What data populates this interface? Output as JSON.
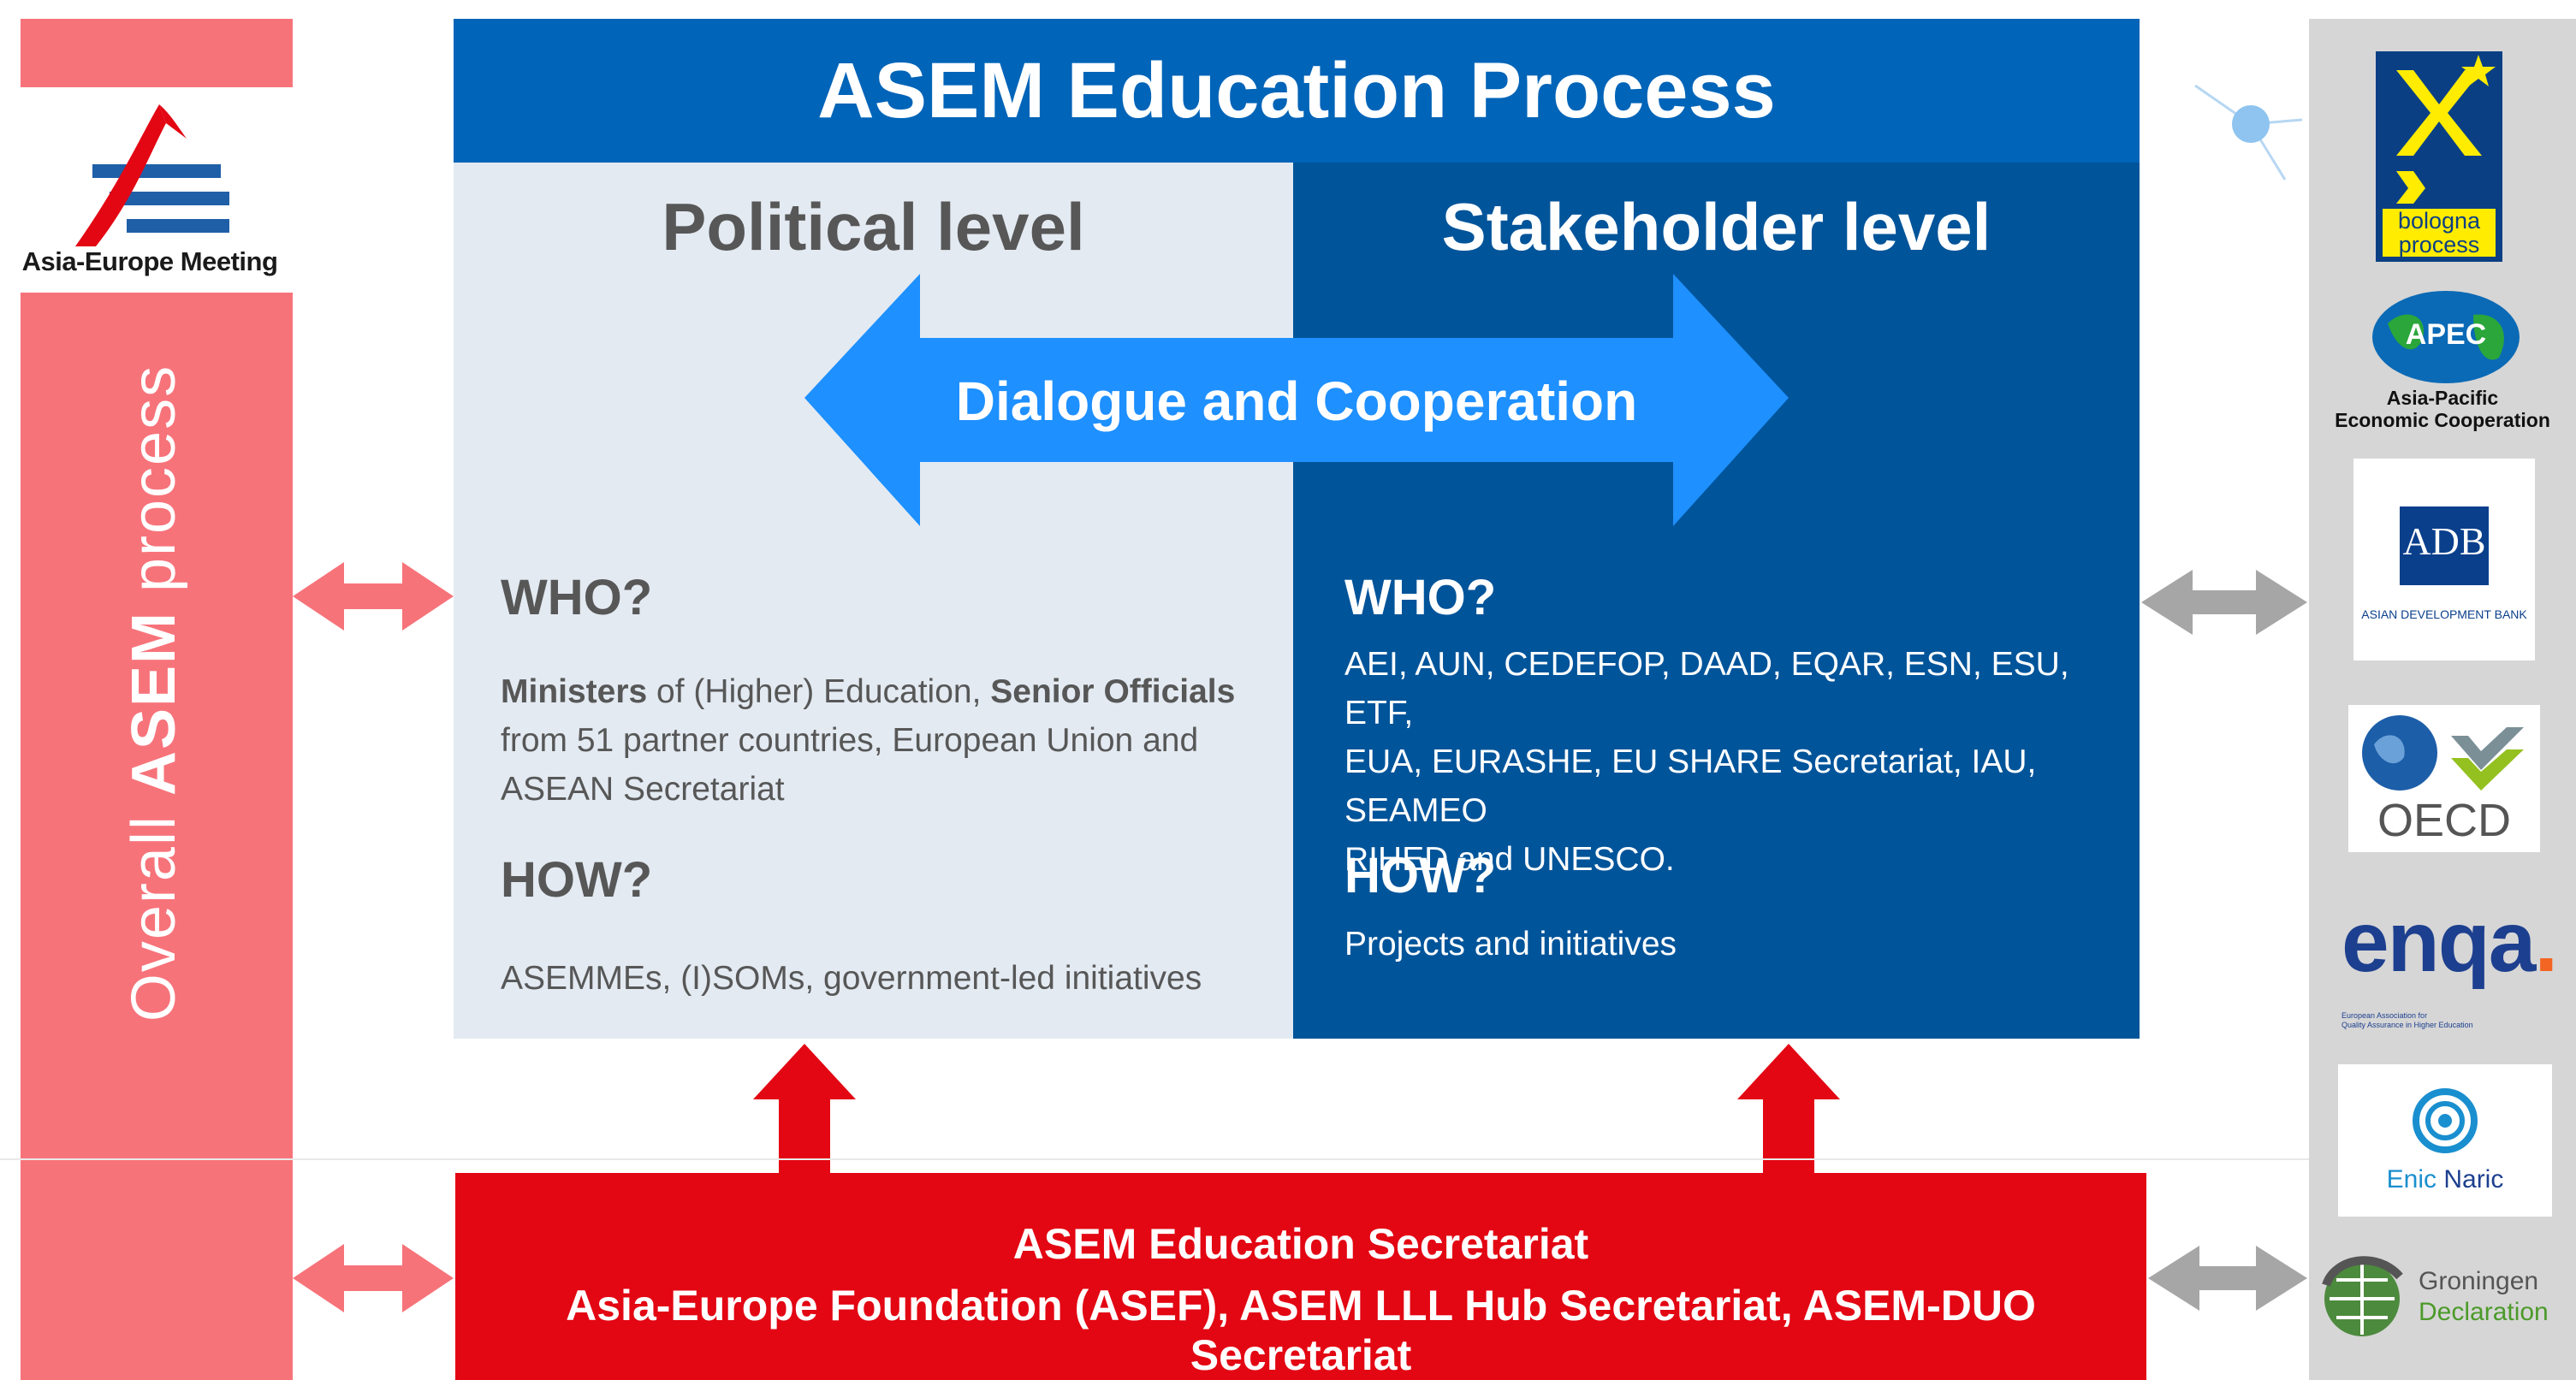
{
  "header": {
    "title": "ASEM Education Process"
  },
  "left_column": {
    "logo_text": "Asia-Europe Meeting",
    "label_part1": "Overall ",
    "label_bold": "ASEM",
    "label_part2": " process"
  },
  "political": {
    "title": "Political level",
    "who_heading": "WHO?",
    "who_bold1": "Ministers",
    "who_text1": " of (Higher) Education, ",
    "who_bold2": "Senior Officials",
    "who_line2": "from 51 partner countries, European Union and",
    "who_line3": "ASEAN Secretariat",
    "how_heading": "HOW?",
    "how_text": "ASEMMEs, (I)SOMs, government-led initiatives"
  },
  "stakeholder": {
    "title": "Stakeholder level",
    "who_heading": "WHO?",
    "who_line1": "AEI, AUN, CEDEFOP, DAAD, EQAR, ESN, ESU, ETF,",
    "who_line2": "EUA, EURASHE, EU SHARE Secretariat, IAU, SEAMEO",
    "who_line3": "RIHED and UNESCO.",
    "how_heading": "HOW?",
    "how_text": "Projects and initiatives"
  },
  "dialogue_arrow": {
    "label": "Dialogue and Cooperation"
  },
  "secretariat": {
    "line1": "ASEM Education Secretariat",
    "line2": "Asia-Europe Foundation (ASEF), ASEM LLL Hub Secretariat, ASEM-DUO Secretariat"
  },
  "partner_logos": {
    "bologna_line1": "bologna",
    "bologna_line2": "process",
    "apec_acronym": "APEC",
    "apec_line1": "Asia-Pacific",
    "apec_line2": "Economic Cooperation",
    "adb_acronym": "ADB",
    "adb_name": "ASIAN DEVELOPMENT BANK",
    "oecd": "OECD",
    "enqa": "enqa",
    "enqa_line1": "European Association for",
    "enqa_line2": "Quality Assurance in Higher Education",
    "enic": "Enic",
    "naric": "Naric",
    "groningen_line1": "Groningen",
    "groningen_line2": "Declaration"
  },
  "colors": {
    "header_blue": "#0064b8",
    "stakeholder_blue": "#00549a",
    "political_bg": "#e3eaf2",
    "arrow_blue": "#1e90ff",
    "secretariat_red": "#e30613",
    "asem_pink": "#f7737a",
    "partner_grey": "#d6d6d6",
    "connector_grey": "#a6a6a6"
  }
}
